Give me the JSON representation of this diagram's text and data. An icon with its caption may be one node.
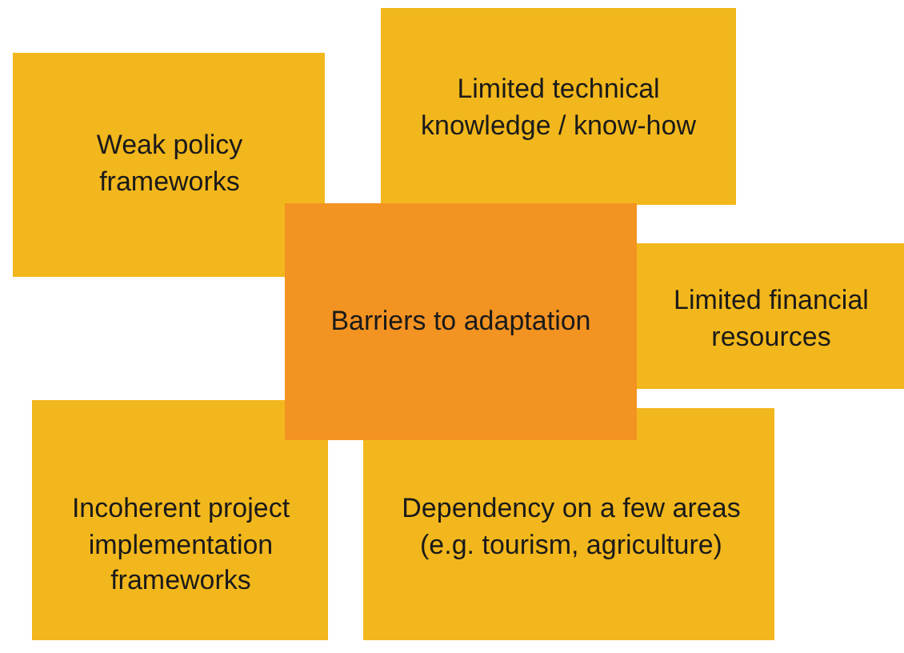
{
  "diagram": {
    "nodes": [
      {
        "text": [
          "Weak policy frameworks"
        ]
      },
      {
        "text": [
          "Limited technical knowledge / know-how"
        ]
      },
      {
        "text": [
          "Barriers to adaptation"
        ]
      },
      {
        "text": [
          "Limited financial resources"
        ]
      },
      {
        "text": [
          "Incoherent project implementation frameworks"
        ]
      },
      {
        "text": [
          "Dependency on a few areas (e.g. tourism, agriculture)"
        ]
      }
    ]
  }
}
